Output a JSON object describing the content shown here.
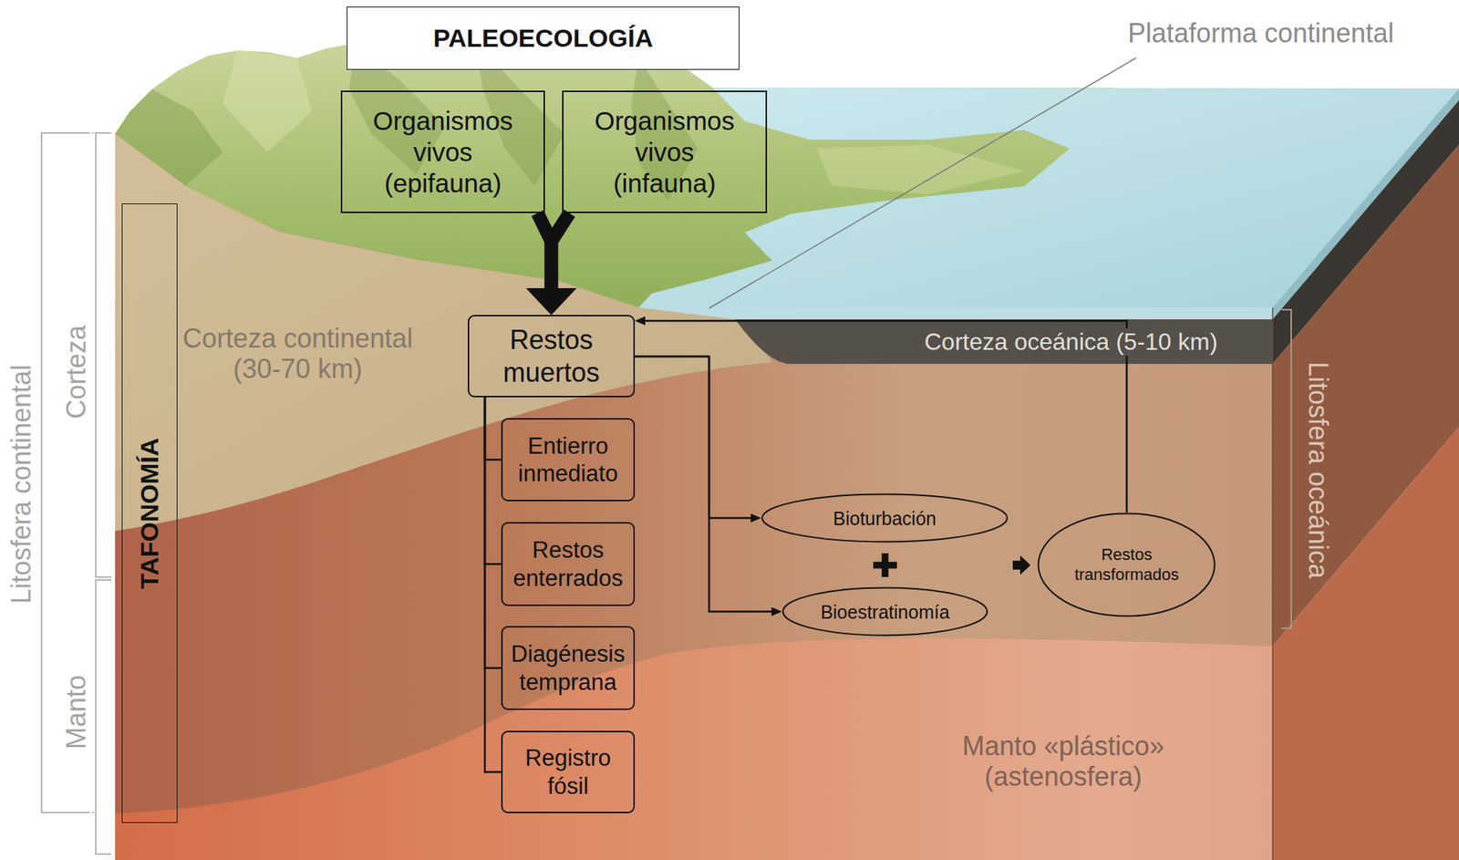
{
  "diagram": {
    "nodes": [
      {
        "text": [
          "PALEOECOLOGÍA"
        ]
      },
      {
        "text": [
          "Organismos vivos (epifauna)"
        ]
      },
      {
        "text": [
          "Organismos vivos (infauna)"
        ]
      },
      {
        "text": [
          "TAFONOMÍA"
        ]
      },
      {
        "text": [
          "Restos muertos"
        ]
      },
      {
        "text": [
          "Entierro inmediato"
        ]
      },
      {
        "text": [
          "Restos enterrados"
        ]
      },
      {
        "text": [
          "Diagénesis temprana"
        ]
      },
      {
        "text": [
          "Registro fósil"
        ]
      },
      {
        "text": [
          "Bioturbación"
        ]
      },
      {
        "text": [
          "Bioestratinomía"
        ]
      },
      {
        "text": [
          "Restos transformados"
        ]
      }
    ],
    "edges": [
      {
        "from": 1,
        "to": 4,
        "arrow": "to"
      },
      {
        "from": 2,
        "to": 4,
        "arrow": "to"
      },
      {
        "from": 4,
        "to": 5,
        "arrow": "none"
      },
      {
        "from": 4,
        "to": 6,
        "arrow": "none"
      },
      {
        "from": 4,
        "to": 7,
        "arrow": "none"
      },
      {
        "from": 4,
        "to": 8,
        "arrow": "none"
      },
      {
        "from": 4,
        "to": 9,
        "arrow": "to"
      },
      {
        "from": 4,
        "to": 10,
        "arrow": "to"
      },
      {
        "from": 11,
        "to": 4,
        "arrow": "to"
      }
    ],
    "labels": [
      "Plataforma continental",
      "Litosfera continental",
      "Corteza",
      "Manto",
      "Corteza continental (30-70 km)",
      "Corteza oceánica (5-10 km)",
      "Litosfera oceánica",
      "Manto «plástico» (astenosfera)"
    ]
  }
}
